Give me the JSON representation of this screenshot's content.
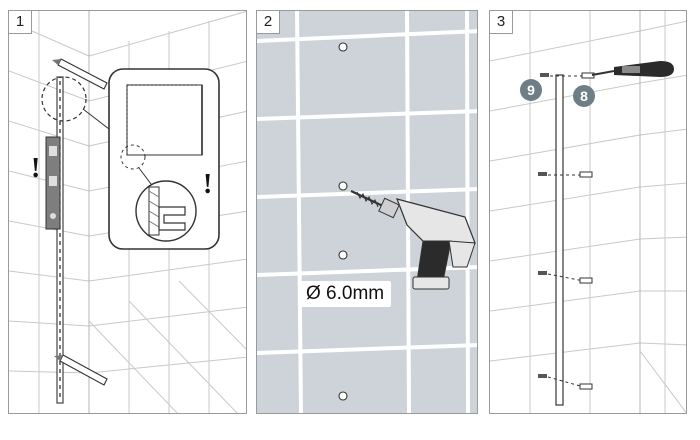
{
  "steps": [
    {
      "number": "1",
      "warning_main": "!",
      "warning_inset": "!"
    },
    {
      "number": "2",
      "drill_diameter": "Ø 6.0mm"
    },
    {
      "number": "3",
      "badge_screw": "9",
      "badge_plug": "8"
    }
  ],
  "colors": {
    "wall_tile": "#cdd3d8",
    "grout": "#ffffff",
    "profile": "#555555",
    "drill_body": "#e6e6e6",
    "drill_grip": "#2b2b2b",
    "badge": "#6f7d86"
  },
  "icons": [
    "pencil-icon",
    "spirit-level-icon",
    "magnifier-inset-icon",
    "drill-icon",
    "screwdriver-icon",
    "screw-icon",
    "wall-plug-icon",
    "drill-hole-marker-icon"
  ]
}
